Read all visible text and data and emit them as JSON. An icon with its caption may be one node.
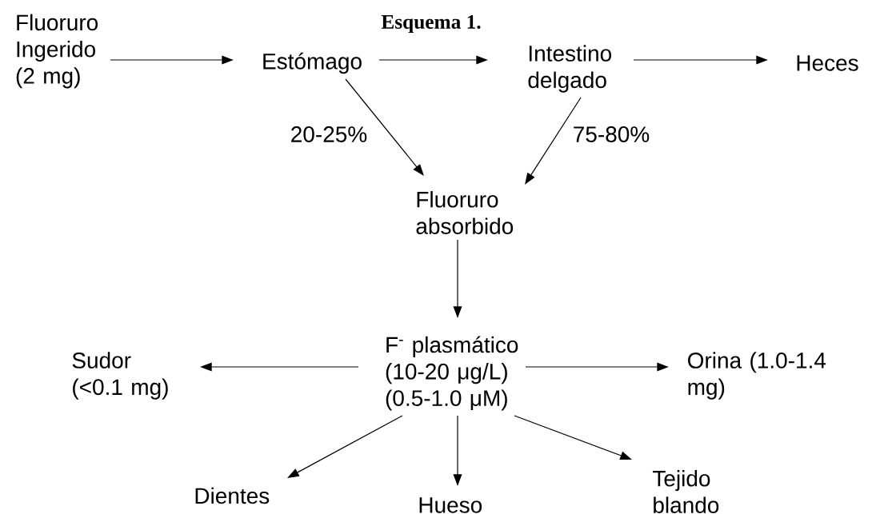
{
  "diagram": {
    "title": "Esquema 1.",
    "nodes": [
      {
        "text": [
          "Fluoruro Ingerido (2 mg)"
        ]
      },
      {
        "text": [
          "Estómago"
        ]
      },
      {
        "text": [
          "Intestino delgado"
        ]
      },
      {
        "text": [
          "Heces"
        ]
      },
      {
        "text": [
          "Fluoruro absorbido"
        ]
      },
      {
        "text": [
          "F$^{-}$ plasmático (10-20 μg/L) (0.5-1.0 μM)"
        ]
      },
      {
        "text": [
          "Sudor (<0.1 mg)"
        ]
      },
      {
        "text": [
          "Orina (1.0-1.4 mg)"
        ]
      },
      {
        "text": [
          "Dientes"
        ]
      },
      {
        "text": [
          "Hueso"
        ]
      },
      {
        "text": [
          "Tejido blando"
        ]
      }
    ],
    "edges": [
      {
        "from": 0,
        "to": 1,
        "arrow": "to"
      },
      {
        "from": 1,
        "to": 2,
        "arrow": "to"
      },
      {
        "from": 2,
        "to": 3,
        "arrow": "to"
      },
      {
        "from": 1,
        "to": 4,
        "arrow": "to",
        "label": "20-25%"
      },
      {
        "from": 2,
        "to": 4,
        "arrow": "to",
        "label": "75-80%"
      },
      {
        "from": 4,
        "to": 5,
        "arrow": "to"
      },
      {
        "from": 5,
        "to": 6,
        "arrow": "to"
      },
      {
        "from": 5,
        "to": 7,
        "arrow": "to"
      },
      {
        "from": 5,
        "to": 8,
        "arrow": "to"
      },
      {
        "from": 5,
        "to": 9,
        "arrow": "to"
      },
      {
        "from": 5,
        "to": 10,
        "arrow": "to"
      }
    ]
  }
}
